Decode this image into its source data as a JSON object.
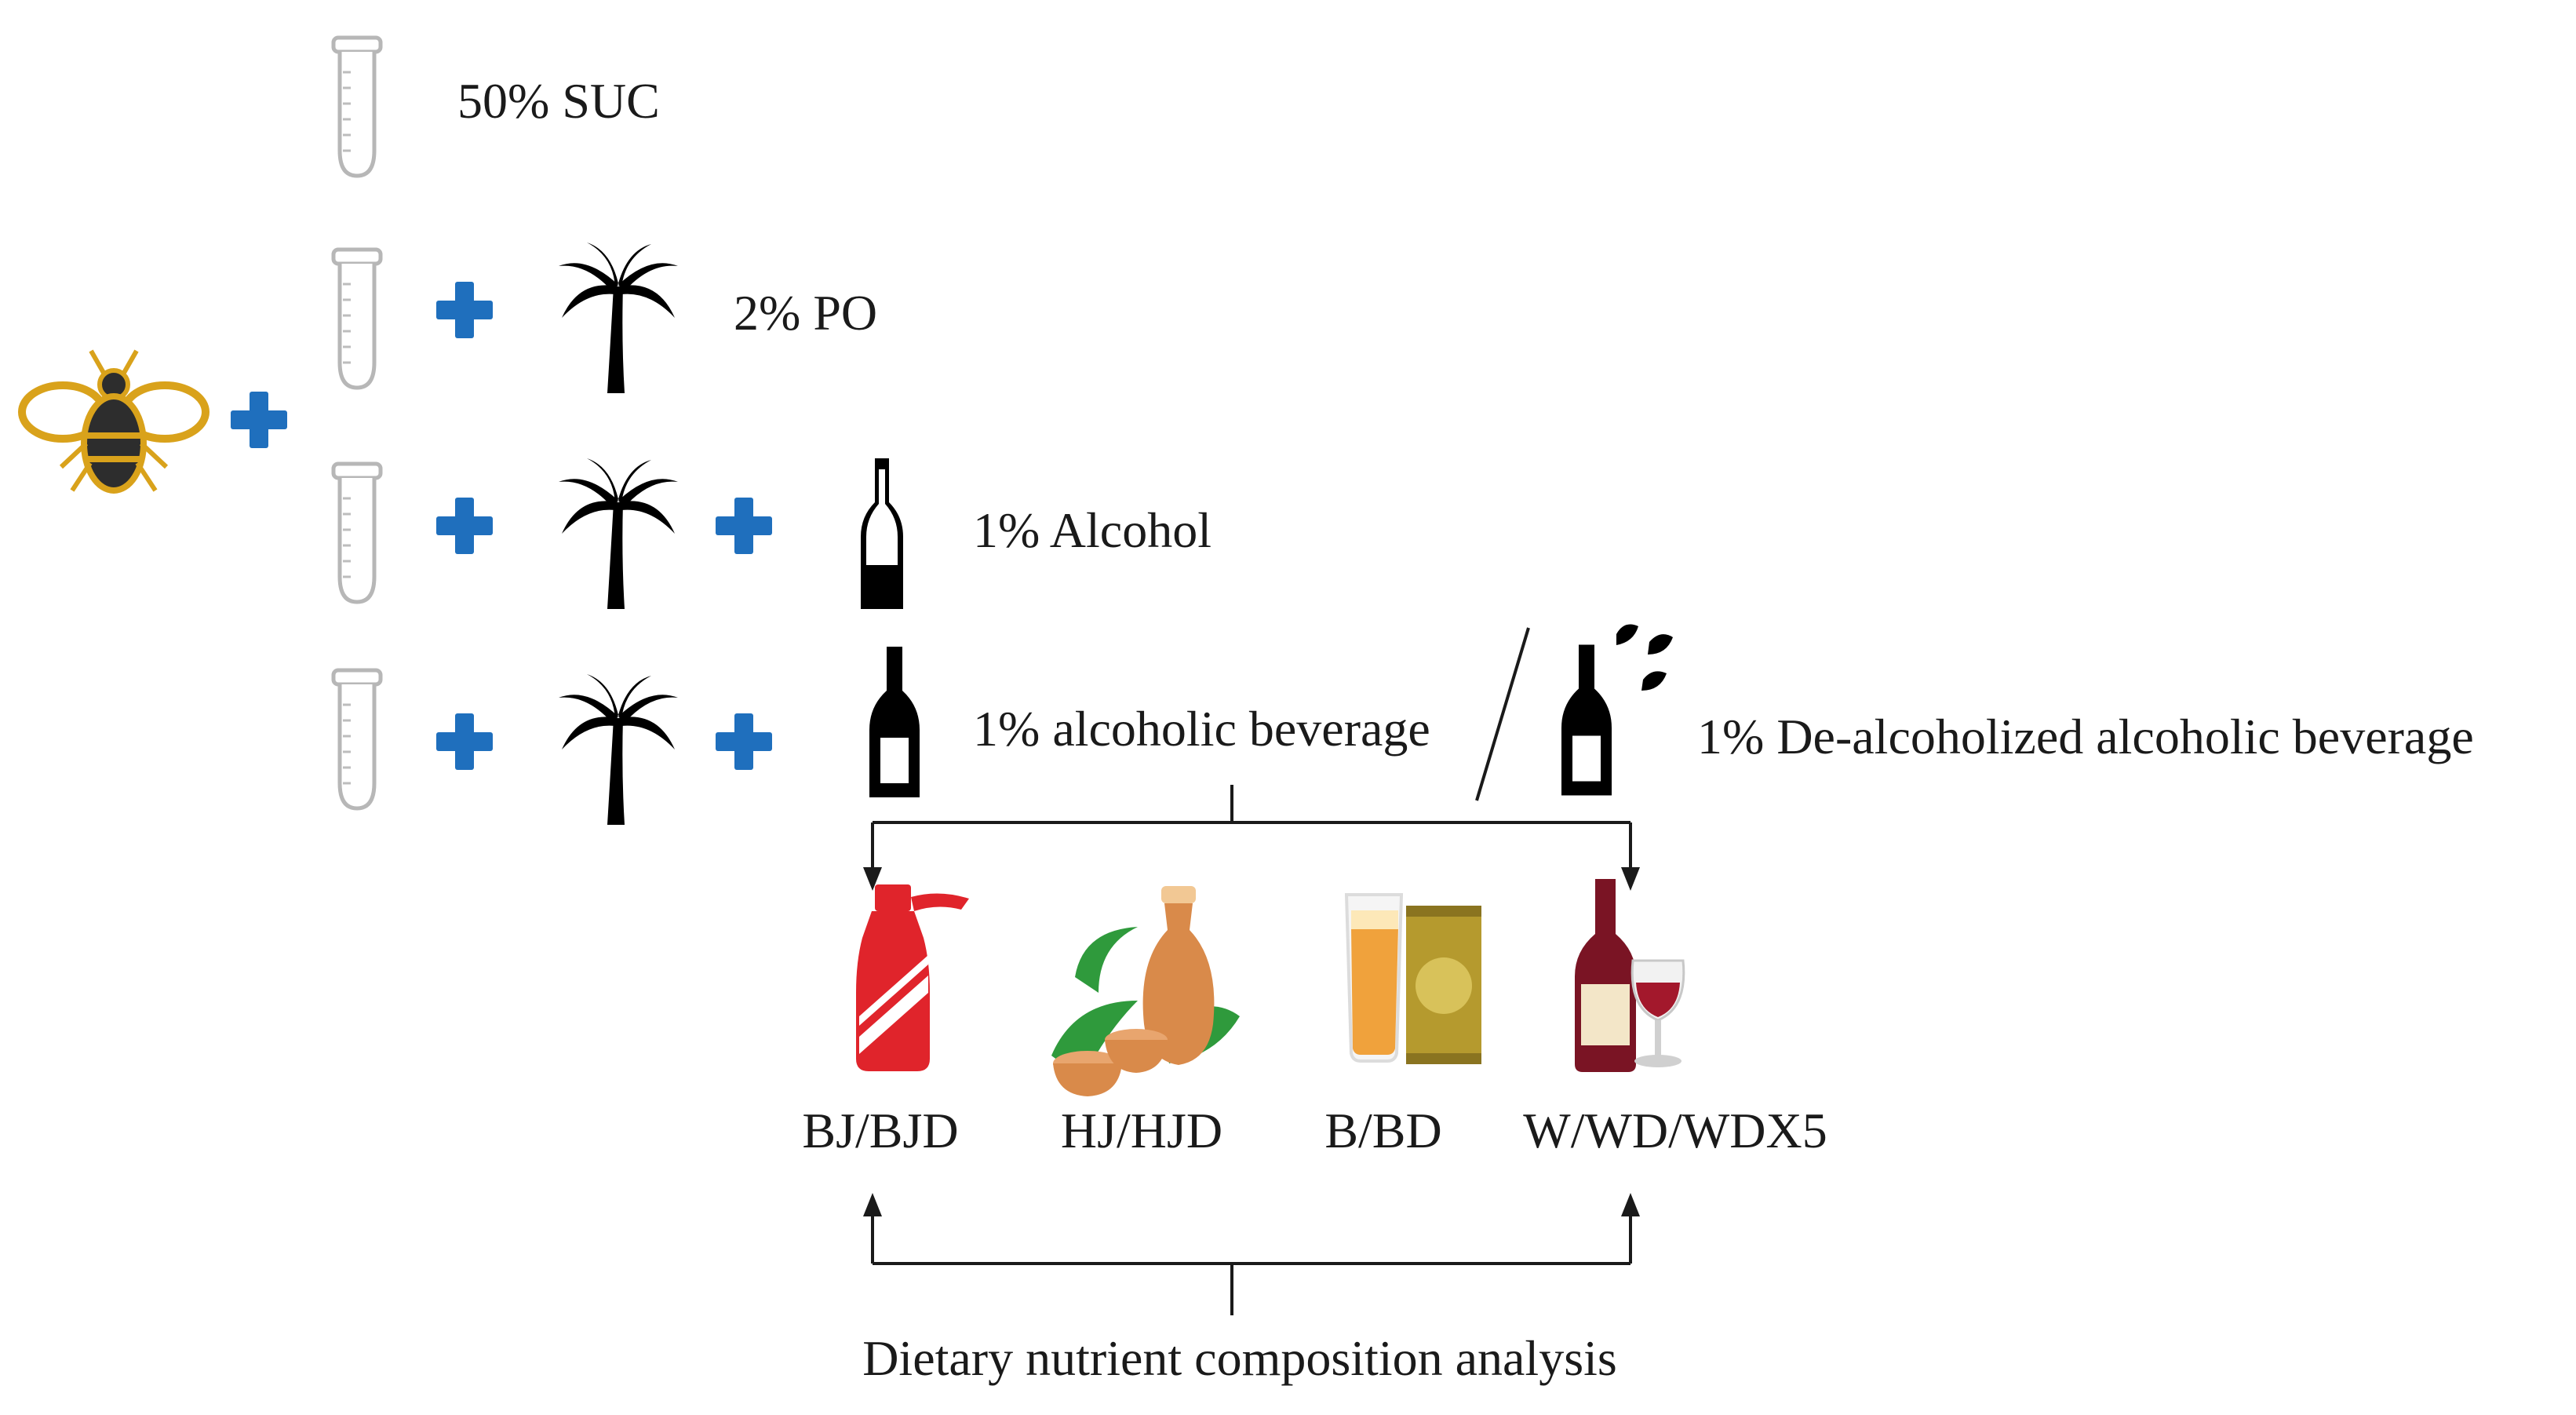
{
  "rows": [
    {
      "label": "50% SUC"
    },
    {
      "label": "2% PO"
    },
    {
      "label": "1% Alcohol"
    },
    {
      "label": "1% alcoholic beverage"
    }
  ],
  "dealcoholized_label": "1% De-alcoholized alcoholic beverage",
  "beverages": [
    {
      "label": "BJ/BJD"
    },
    {
      "label": "HJ/HJD"
    },
    {
      "label": "B/BD"
    },
    {
      "label": "W/WD/WDX5"
    }
  ],
  "analysis_label": "Dietary nutrient composition analysis",
  "colors": {
    "plus": "#1f6fbd",
    "bee_outline": "#d9a21b",
    "baijiu_red": "#e0242b",
    "huangjiu_orange": "#d98a4a",
    "leaf_green": "#2f9a3c",
    "beer_amber": "#f0a23c",
    "can_gold": "#b59a2e",
    "wine_red": "#7a1424"
  }
}
